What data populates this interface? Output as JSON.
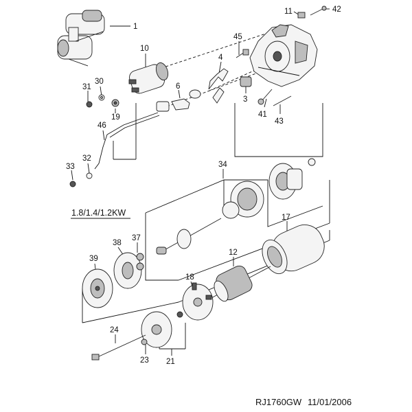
{
  "diagram": {
    "variant_label": "1.8/1.4/1.2KW",
    "footer": {
      "code": "RJ1760GW",
      "date": "11/01/2006"
    },
    "callouts": [
      {
        "id": "c1",
        "text": "1"
      },
      {
        "id": "c10",
        "text": "10"
      },
      {
        "id": "c11",
        "text": "11"
      },
      {
        "id": "c42",
        "text": "42"
      },
      {
        "id": "c45",
        "text": "45"
      },
      {
        "id": "c4",
        "text": "4"
      },
      {
        "id": "c30",
        "text": "30"
      },
      {
        "id": "c31",
        "text": "31"
      },
      {
        "id": "c19",
        "text": "19"
      },
      {
        "id": "c6",
        "text": "6"
      },
      {
        "id": "c3",
        "text": "3"
      },
      {
        "id": "c41",
        "text": "41"
      },
      {
        "id": "c43",
        "text": "43"
      },
      {
        "id": "c46",
        "text": "46"
      },
      {
        "id": "c32",
        "text": "32"
      },
      {
        "id": "c33",
        "text": "33"
      },
      {
        "id": "c34",
        "text": "34"
      },
      {
        "id": "c17",
        "text": "17"
      },
      {
        "id": "c38",
        "text": "38"
      },
      {
        "id": "c37",
        "text": "37"
      },
      {
        "id": "c39",
        "text": "39"
      },
      {
        "id": "c12",
        "text": "12"
      },
      {
        "id": "c18",
        "text": "18"
      },
      {
        "id": "c24",
        "text": "24"
      },
      {
        "id": "c23",
        "text": "23"
      },
      {
        "id": "c21",
        "text": "21"
      }
    ]
  }
}
